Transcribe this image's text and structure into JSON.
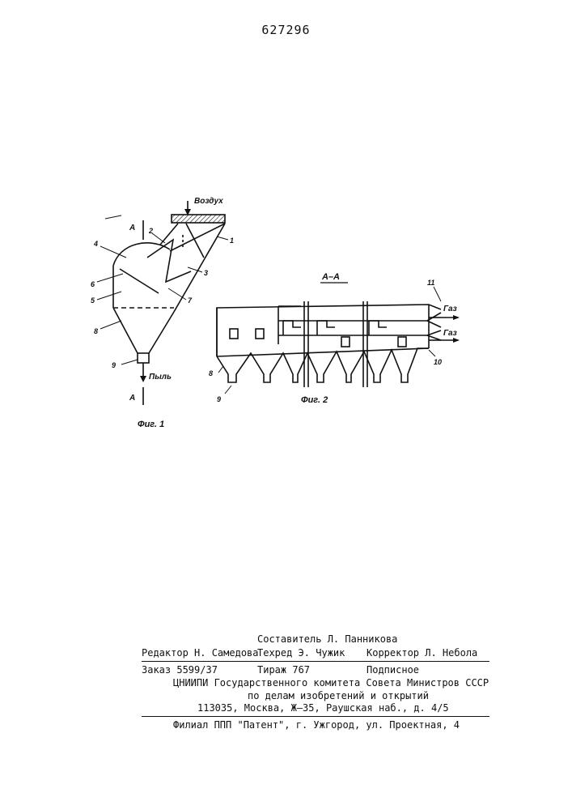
{
  "document": {
    "patent_number": "627296"
  },
  "fig1": {
    "caption": "Фиг. 1",
    "air_label": "Воздух",
    "dust_label": "Пыль",
    "section_mark_top": "А",
    "section_mark_bottom": "А",
    "callouts": {
      "n1": "1",
      "n2": "2",
      "n3": "3",
      "n4": "4",
      "n5": "5",
      "n6": "6",
      "n7": "7",
      "n8": "8",
      "n9": "9"
    }
  },
  "fig2": {
    "caption": "Фиг. 2",
    "section_title": "А–А",
    "gas_label_top": "Газ",
    "gas_label_bottom": "Газ",
    "callouts": {
      "n8": "8",
      "n9": "9",
      "n10": "10",
      "n11": "11"
    }
  },
  "imprint": {
    "compiler": "Составитель  Л. Панникова",
    "editor": "Редактор Н. Самедова",
    "techred": "Техред Э. Чужик",
    "corrector": "Корректор Л. Небола",
    "order": "Заказ 5599/37",
    "circulation": "Тираж 767",
    "subscription": "Подписное",
    "org_line1": "ЦНИИПИ Государственного комитета Совета Министров СССР",
    "org_line2": "по делам изобретений и открытий",
    "address": "113035, Москва, Ж–35, Раушская наб., д. 4/5",
    "branch": "Филиал ППП \"Патент\", г. Ужгород, ул. Проектная, 4"
  }
}
